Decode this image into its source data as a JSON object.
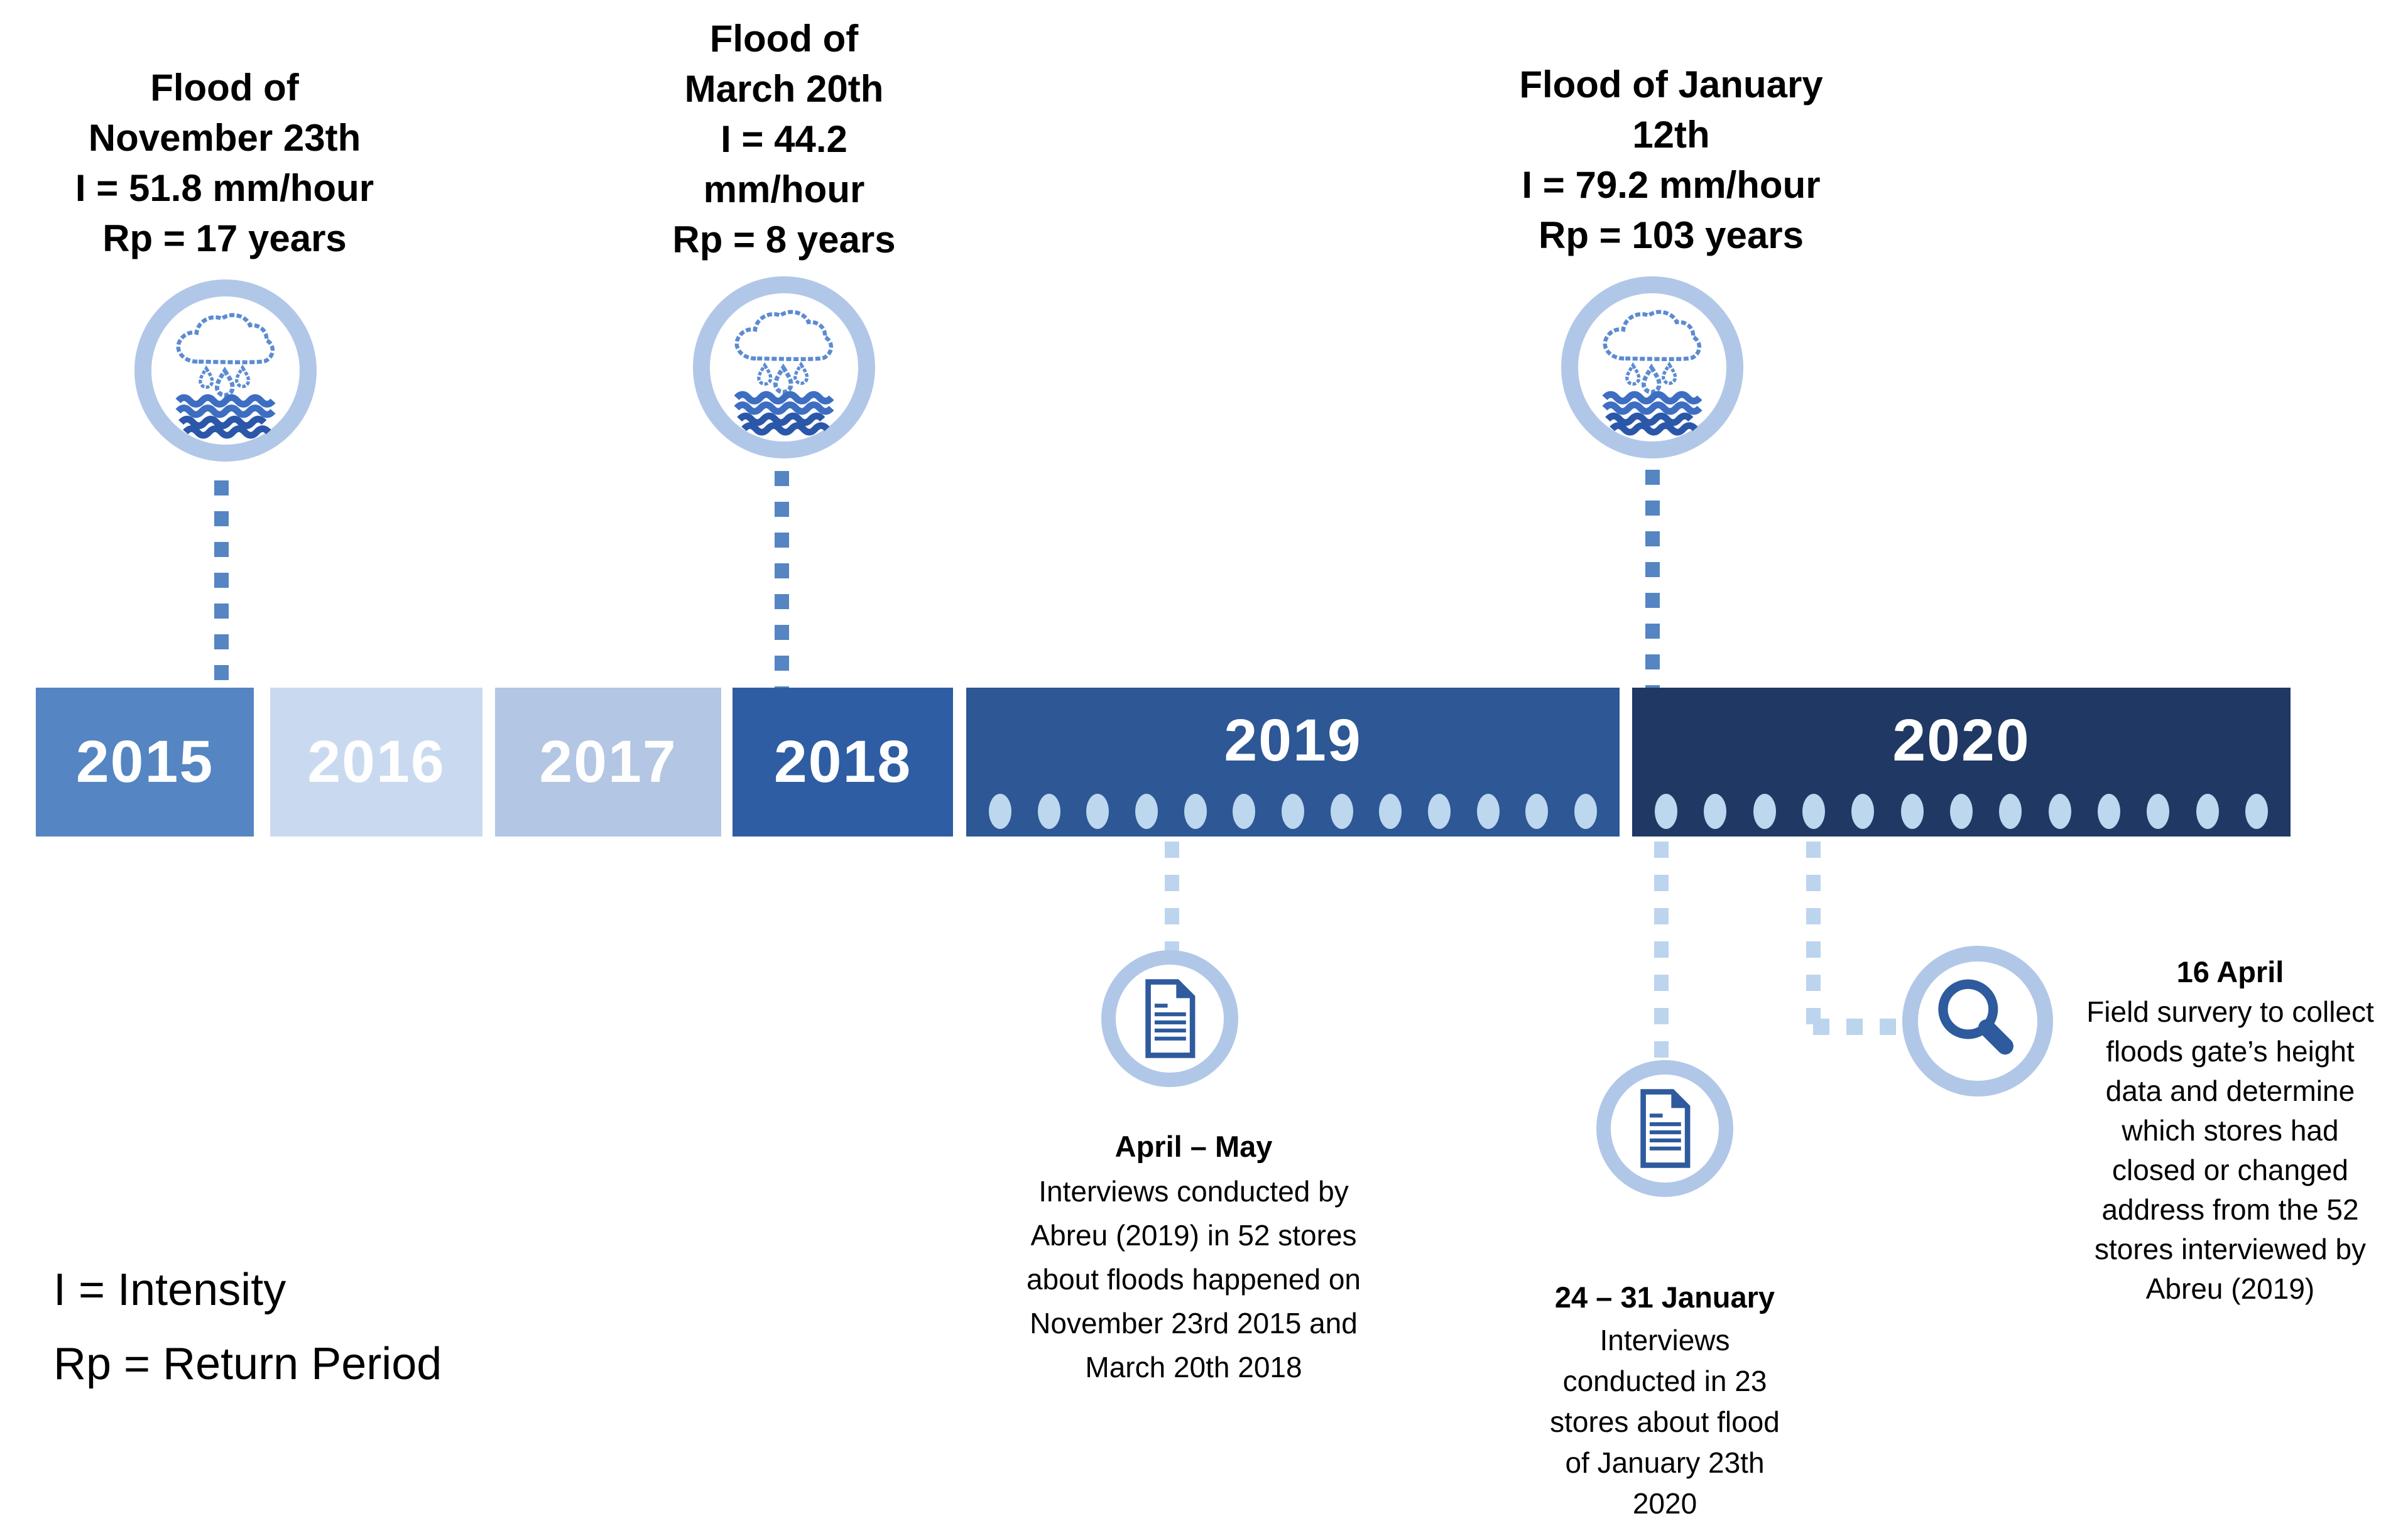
{
  "flood_events": [
    {
      "label": "Flood of\nNovember 23th\nI = 51.8 mm/hour\nRp = 17 years",
      "icon": "cloud-rain-waves-icon"
    },
    {
      "label": "Flood of\nMarch 20th\nI = 44.2\nmm/hour\nRp = 8 years",
      "icon": "cloud-rain-waves-icon"
    },
    {
      "label": "Flood of January\n12th\nI = 79.2 mm/hour\nRp = 103 years",
      "icon": "cloud-rain-waves-icon"
    }
  ],
  "timeline": {
    "years": [
      {
        "label": "2015",
        "color": "#5585C2",
        "dotted": false
      },
      {
        "label": "2016",
        "color": "#C9DAF0",
        "dotted": false
      },
      {
        "label": "2017",
        "color": "#B3C6E3",
        "dotted": false
      },
      {
        "label": "2018",
        "color": "#2F5DA3",
        "dotted": false
      },
      {
        "label": "2019",
        "color": "#2D5795",
        "dotted": true
      },
      {
        "label": "2020",
        "color": "#1F3864",
        "dotted": true
      }
    ],
    "dots_per_year": 13,
    "dot_color": "#BDD7EE"
  },
  "research_events": [
    {
      "heading": "April – May",
      "body": "Interviews conducted by\nAbreu (2019) in 52 stores\nabout floods happened on\nNovember 23rd 2015 and\nMarch 20th 2018",
      "icon": "document-icon"
    },
    {
      "heading": "24 – 31 January",
      "body": "Interviews\nconducted in 23\nstores about flood\nof January 23th\n2020",
      "icon": "document-icon"
    },
    {
      "heading": "16 April",
      "body": "Field survery to collect\nfloods gate’s height\ndata and determine\nwhich stores had\nclosed or changed\naddress from the 52\nstores interviewed by\nAbreu (2019)",
      "icon": "magnifier-icon"
    }
  ],
  "legend": "I = Intensity\nRp = Return Period",
  "colors": {
    "connector_medium": "#5585C2",
    "connector_light": "#BCD4EE",
    "icon_ring": "#B1C7E8",
    "icon_outline_light": "#5C8BD2",
    "icon_dark_blue": "#2E5A9E",
    "wave_light": "#3E6EC2",
    "wave_dark": "#2B57A9",
    "year_text": "#FFFFFF"
  }
}
